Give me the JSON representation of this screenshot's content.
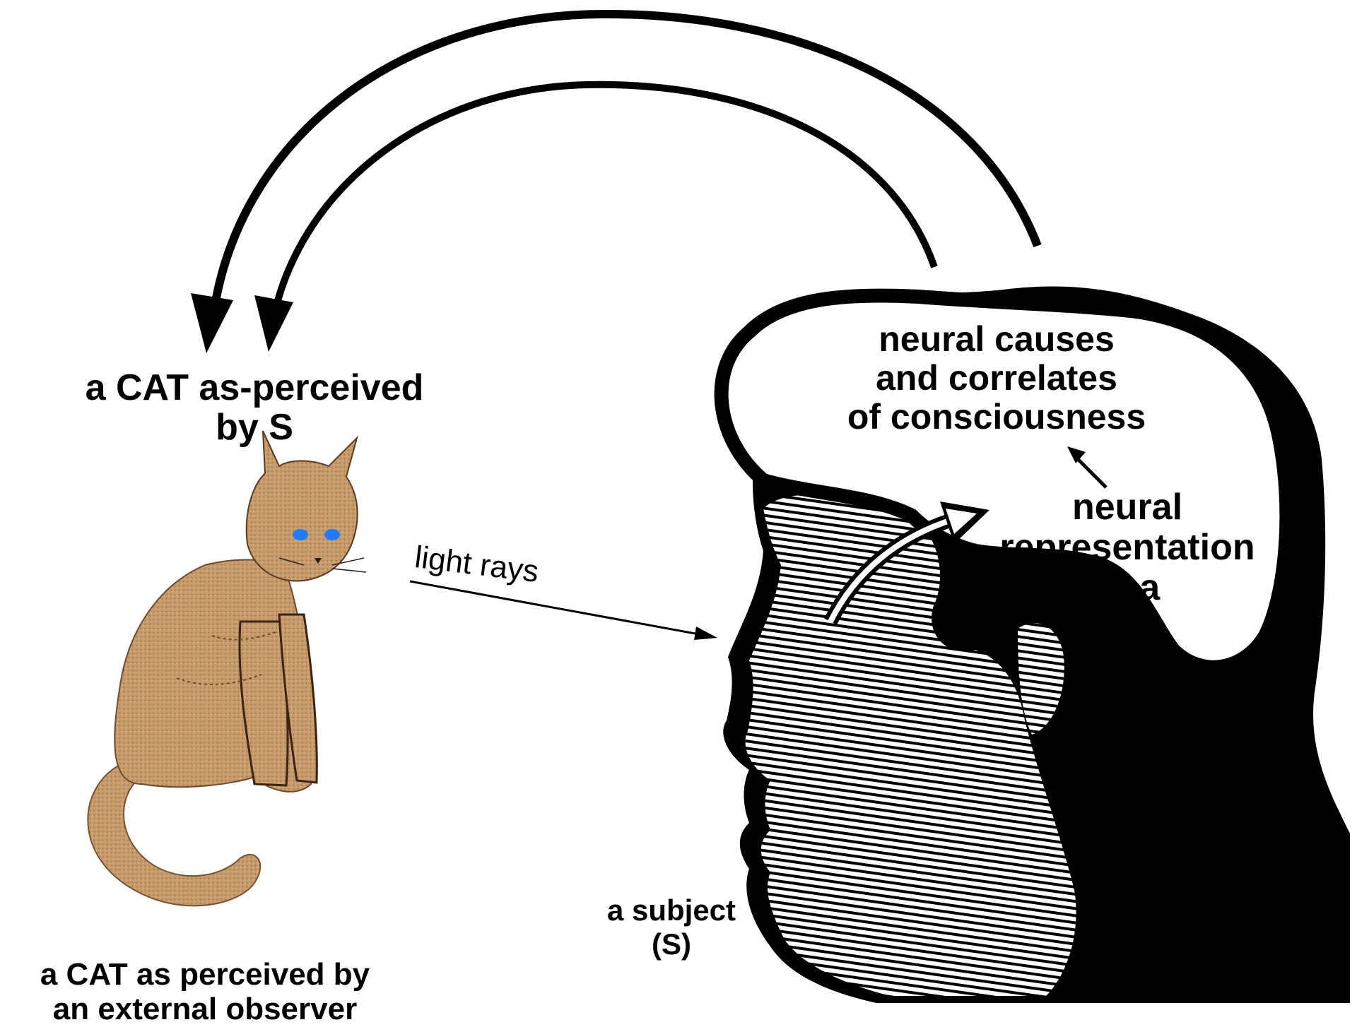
{
  "labels": {
    "cat_perceived_by_s": "a CAT as-perceived\nby S",
    "cat_external_observer": "a CAT as perceived by\nan external observer",
    "neural_causes": "neural causes\nand correlates\nof consciousness",
    "neural_representation": "neural\nrepresentation\nof a\ncat",
    "subject": "a subject\n(S)",
    "light_rays": "light rays"
  },
  "colors": {
    "ink": "#000000",
    "cat_fur": "#b98a5a",
    "cat_fur_dark": "#8a6038",
    "cat_eyes": "#1e7bff",
    "background": "#ffffff"
  }
}
